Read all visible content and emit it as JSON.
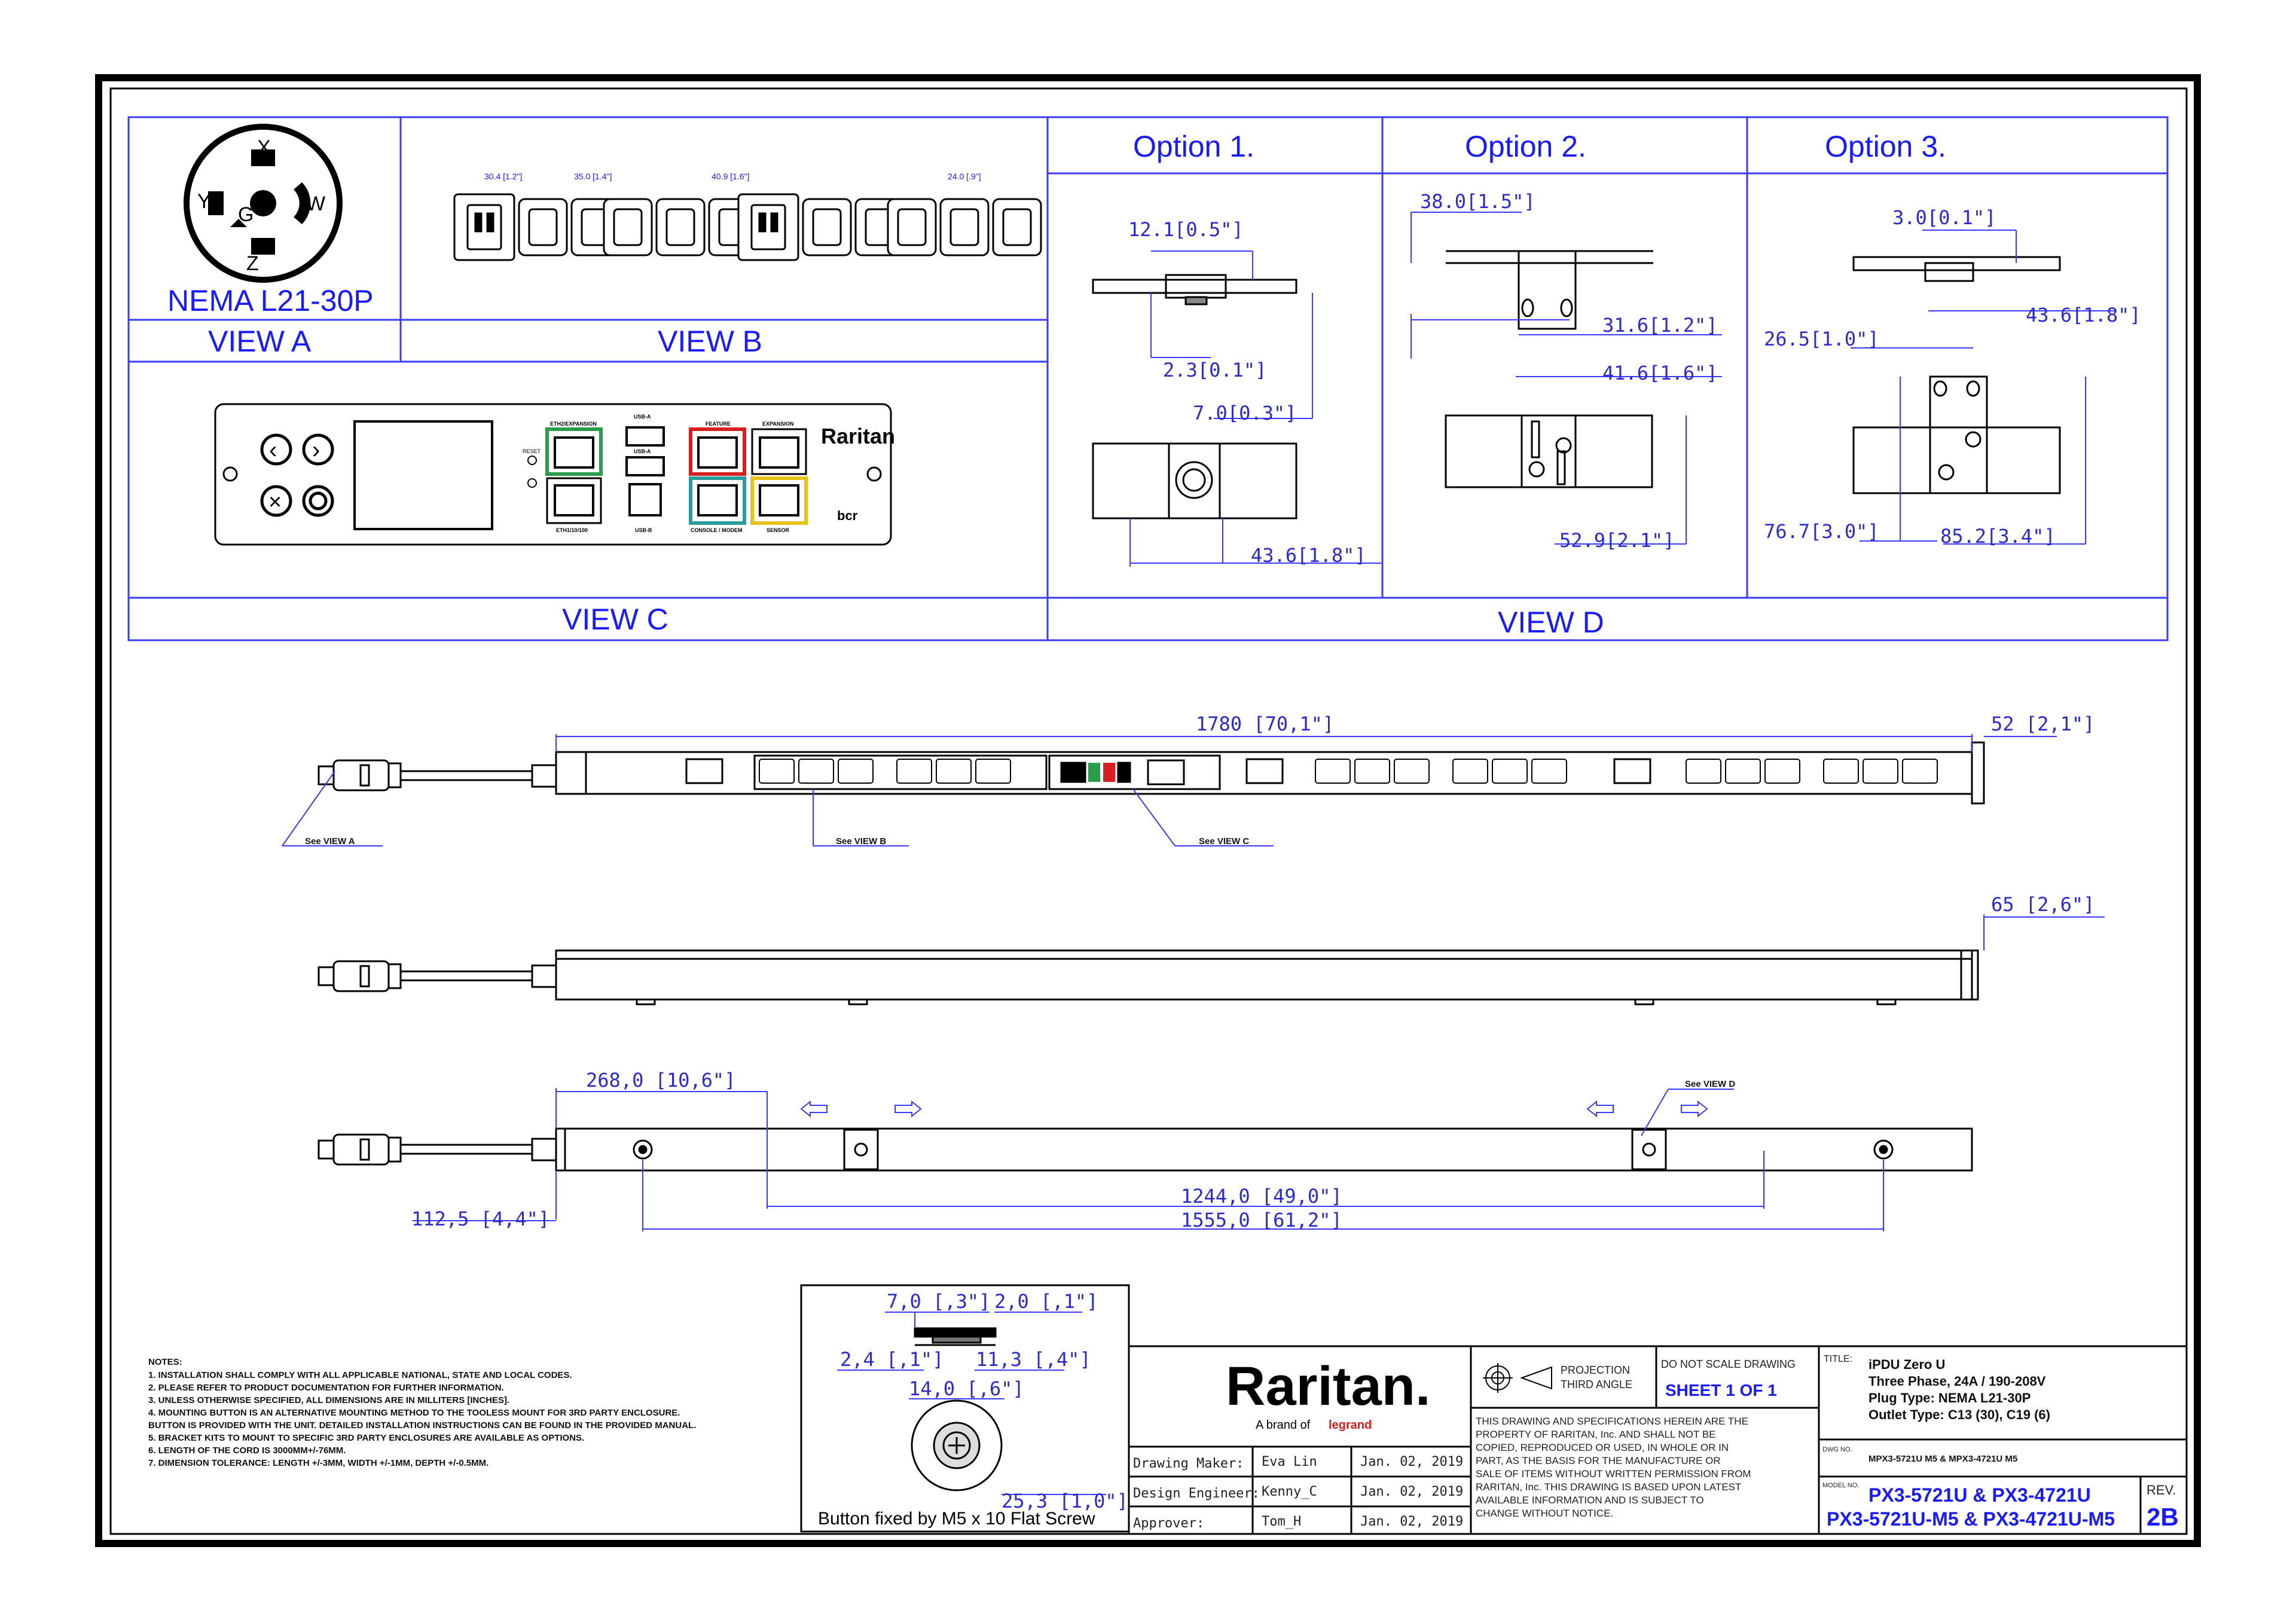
{
  "view_a": {
    "plug_label": "NEMA L21-30P",
    "pins": {
      "x": "X",
      "y": "Y",
      "w": "W",
      "z": "Z",
      "g": "G"
    },
    "caption": "VIEW A"
  },
  "view_b": {
    "caption": "VIEW B",
    "dims": [
      "30.4 [1.2\"]",
      "35.0 [1.4\"]",
      "40.9 [1.6\"]",
      "24.0 [.9\"]"
    ]
  },
  "view_c": {
    "caption": "VIEW C",
    "brand": "Raritan",
    "sub_brand": "bcr",
    "reset_label": "RESET",
    "port_labels": {
      "eth_top": "ETH2/EXPANSION",
      "usb_a": "USB-A",
      "usb_a2": "USB-A",
      "feature": "FEATURE",
      "expansion": "EXPANSION",
      "eth_bottom": "ETH1/10/100",
      "usb_b": "USB-B",
      "console": "CONSOLE / MODEM",
      "sensor": "SENSOR"
    }
  },
  "view_d": {
    "caption": "VIEW D",
    "option1": {
      "title": "Option 1.",
      "dims": [
        "12.1[0.5\"]",
        "2.3[0.1\"]",
        "7.0[0.3\"]",
        "43.6[1.8\"]"
      ]
    },
    "option2": {
      "title": "Option  2.",
      "dims": [
        "38.0[1.5\"]",
        "31.6[1.2\"]",
        "41.6[1.6\"]",
        "52.9[2.1\"]"
      ]
    },
    "option3": {
      "title": "Option 3.",
      "dims": [
        "3.0[0.1\"]",
        "43.6[1.8\"]",
        "26.5[1.0\"]",
        "76.7[3.0\"]",
        "85.2[3.4\"]"
      ]
    }
  },
  "front_view": {
    "length_dim": "1780  [70,1\"]",
    "depth_dim": "52  [2,1\"]",
    "callouts": [
      "See VIEW A",
      "See VIEW B",
      "See VIEW C"
    ]
  },
  "side_view": {
    "width_dim": "65  [2,6\"]"
  },
  "back_view": {
    "dims": [
      "268,0  [10,6\"]",
      "1244,0  [49,0\"]",
      "112,5  [4,4\"]",
      "1555,0  [61,2\"]"
    ],
    "callout": "See VIEW D"
  },
  "button_detail": {
    "dims": [
      "7,0  [,3\"]",
      "2,0  [,1\"]",
      "2,4  [,1\"]",
      "11,3  [,4\"]",
      "14,0  [,6\"]",
      "25,3  [1,0\"]"
    ],
    "caption": "Button fixed by M5 x 10 Flat Screw"
  },
  "notes": {
    "title": "NOTES:",
    "lines": [
      "1. INSTALLATION SHALL COMPLY WITH ALL APPLICABLE NATIONAL, STATE AND LOCAL CODES.",
      "2. PLEASE REFER TO PRODUCT DOCUMENTATION FOR FURTHER INFORMATION.",
      "3. UNLESS OTHERWISE SPECIFIED, ALL DIMENSIONS ARE IN MILLITERS [INCHES].",
      "4. MOUNTING BUTTON IS AN ALTERNATIVE MOUNTING METHOD TO THE TOOLESS MOUNT FOR 3RD PARTY ENCLOSURE.",
      "   BUTTON IS PROVIDED WITH THE UNIT. DETAILED INSTALLATION INSTRUCTIONS CAN BE FOUND IN THE PROVIDED MANUAL.",
      "5. BRACKET KITS TO MOUNT TO SPECIFIC 3RD PARTY ENCLOSURES ARE AVAILABLE AS OPTIONS.",
      "6. LENGTH OF THE CORD IS 3000MM+/-76MM.",
      "7. DIMENSION TOLERANCE: LENGTH +/-3MM, WIDTH +/-1MM, DEPTH +/-0.5MM."
    ]
  },
  "title_block": {
    "logo": "Raritan.",
    "logo_sub_prefix": "A brand of",
    "logo_sub_brand": "legrand",
    "rows": [
      {
        "label": "Drawing Maker:",
        "name": "Eva Lin",
        "date": "Jan. 02, 2019"
      },
      {
        "label": "Design Engineer:",
        "name": "Kenny_C",
        "date": "Jan. 02, 2019"
      },
      {
        "label": "Approver:",
        "name": "Tom_H",
        "date": "Jan. 02, 2019"
      }
    ],
    "projection_line1": "PROJECTION",
    "projection_line2": "THIRD ANGLE",
    "no_scale": "DO NOT SCALE DRAWING",
    "sheet": "SHEET 1 OF 1",
    "disclaimer": [
      "THIS DRAWING AND SPECIFICATIONS HEREIN ARE THE",
      "PROPERTY OF RARITAN, Inc. AND SHALL NOT BE",
      "COPIED, REPRODUCED OR USED, IN WHOLE OR IN",
      "PART, AS THE BASIS FOR THE MANUFACTURE OR",
      "SALE OF ITEMS WITHOUT WRITTEN PERMISSION FROM",
      "RARITAN, Inc. THIS DRAWING IS BASED UPON LATEST",
      "AVAILABLE INFORMATION AND IS SUBJECT TO",
      "CHANGE WITHOUT NOTICE."
    ],
    "title_label": "TITLE:",
    "title_lines": [
      "iPDU Zero U",
      "Three Phase, 24A / 190-208V",
      "Plug Type: NEMA L21-30P",
      "Outlet Type: C13 (30), C19 (6)"
    ],
    "dwg_label": "DWG NO.",
    "dwg_no": "MPX3-5721U M5 & MPX3-4721U M5",
    "model_label": "MODEL NO.",
    "models": [
      "PX3-5721U & PX3-4721U",
      "PX3-5721U-M5 & PX3-4721U-M5"
    ],
    "rev_label": "REV.",
    "rev": "2B"
  }
}
